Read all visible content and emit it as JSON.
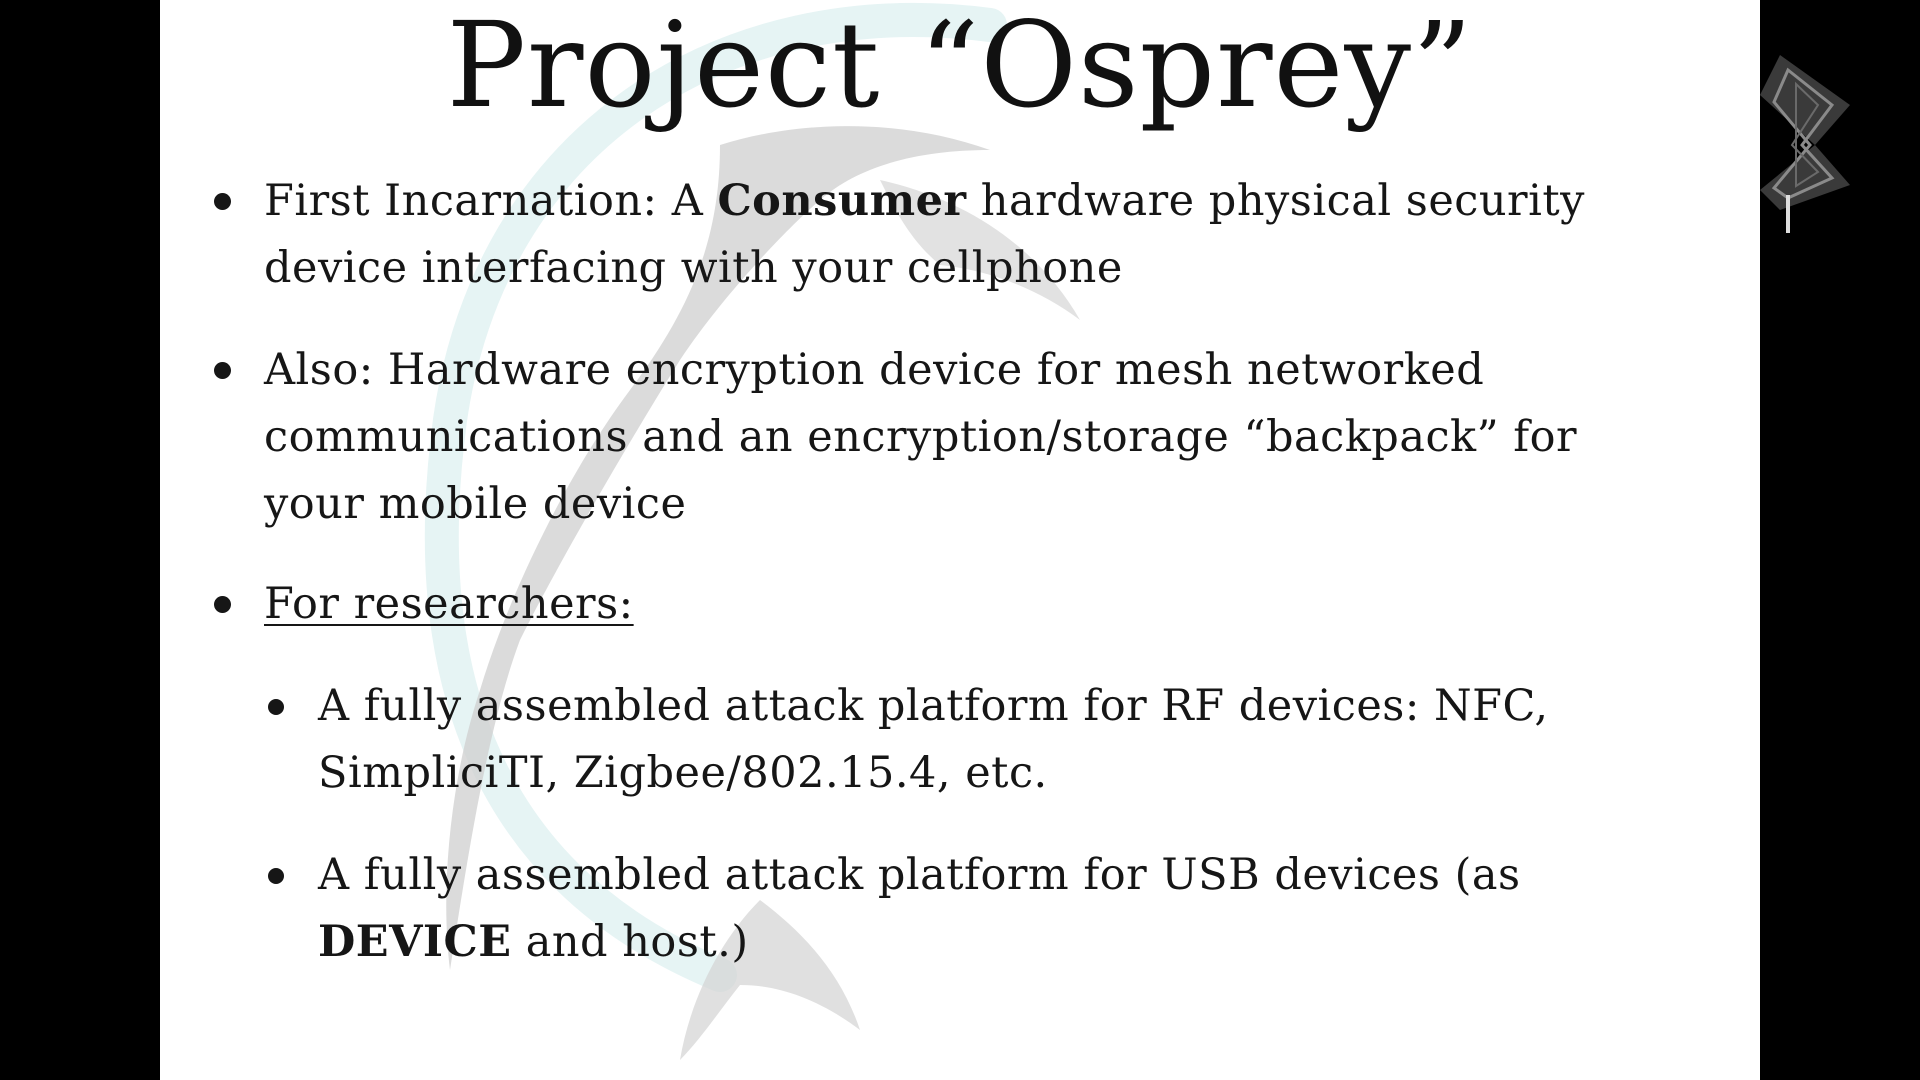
{
  "slide": {
    "title": "Project “Osprey”",
    "bullets": [
      {
        "line1_pre": "First Incarnation: A ",
        "line1_bold": "Consumer",
        "line1_post": " hardware physical security",
        "line2": "device interfacing with your cellphone"
      },
      {
        "line1": "Also: Hardware encryption device for mesh networked",
        "line2": "communications and an encryption/storage “backpack” for",
        "line3": "your mobile device"
      },
      {
        "line1": "For researchers:"
      }
    ],
    "subbullets": [
      {
        "line1": "A fully assembled attack platform for RF devices: NFC,",
        "line2": "SimpliciTI, Zigbee/802.15.4, etc."
      },
      {
        "line1": "A fully assembled attack platform for USB devices (as",
        "line2_bold": "DEVICE",
        "line2_post": " and host.)"
      }
    ]
  },
  "colors": {
    "background": "#000000",
    "slide": "#ffffff",
    "text": "#161616",
    "watermark_arc": "#e6f4f4",
    "watermark_bird": "#cfcfcf"
  },
  "icons": {
    "watermark": "osprey-watermark-icon",
    "logo": "conference-logo-icon"
  }
}
